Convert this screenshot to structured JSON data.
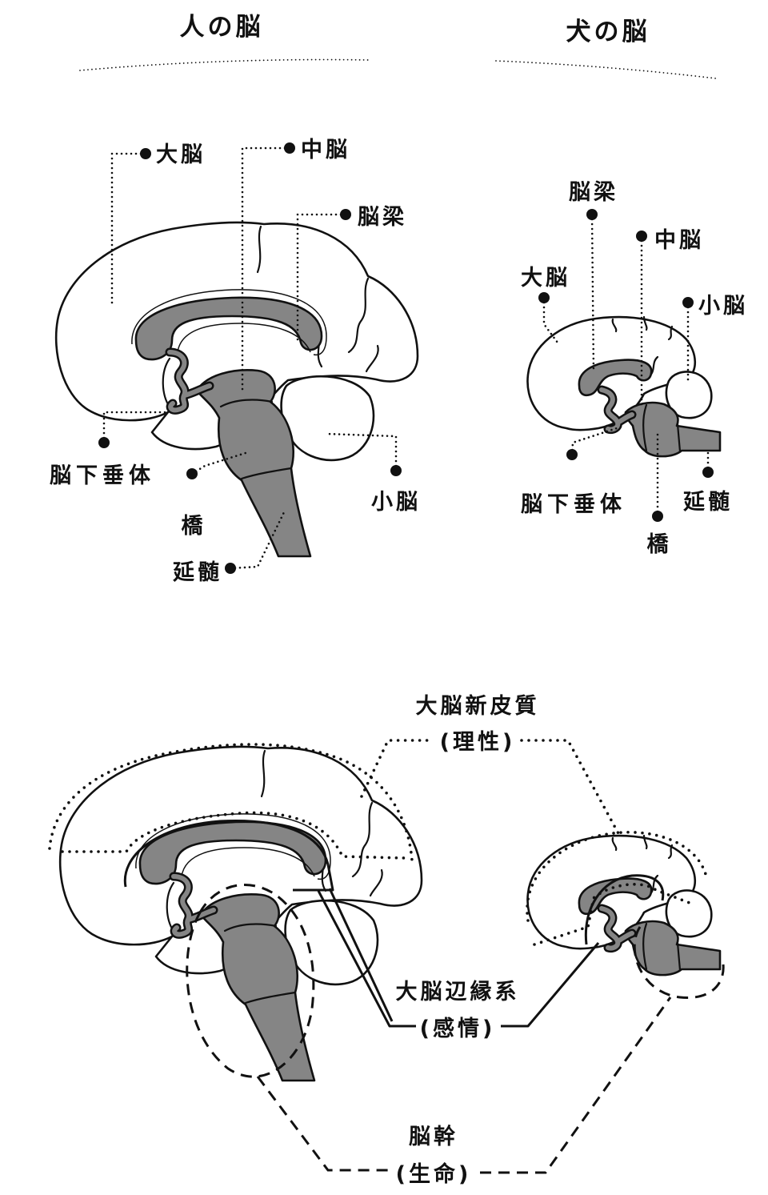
{
  "titles": {
    "human": "人の脳",
    "dog": "犬の脳"
  },
  "human_labels": {
    "cerebrum": "大脳",
    "midbrain": "中脳",
    "corpus_callosum": "脳梁",
    "pituitary": "脳下垂体",
    "pons": "橋",
    "medulla": "延髄",
    "cerebellum": "小脳"
  },
  "dog_labels": {
    "corpus_callosum": "脳梁",
    "midbrain": "中脳",
    "cerebrum": "大脳",
    "cerebellum": "小脳",
    "pituitary": "脳下垂体",
    "medulla": "延髄",
    "pons": "橋"
  },
  "functional": {
    "neocortex": "大脳新皮質",
    "neocortex_role": "(理性)",
    "limbic": "大脳辺縁系",
    "limbic_role": "(感情)",
    "brainstem": "脳幹",
    "brainstem_role": "(生命)"
  },
  "colors": {
    "ink": "#111111",
    "tissue_gray": "#858585",
    "paper": "#ffffff"
  }
}
